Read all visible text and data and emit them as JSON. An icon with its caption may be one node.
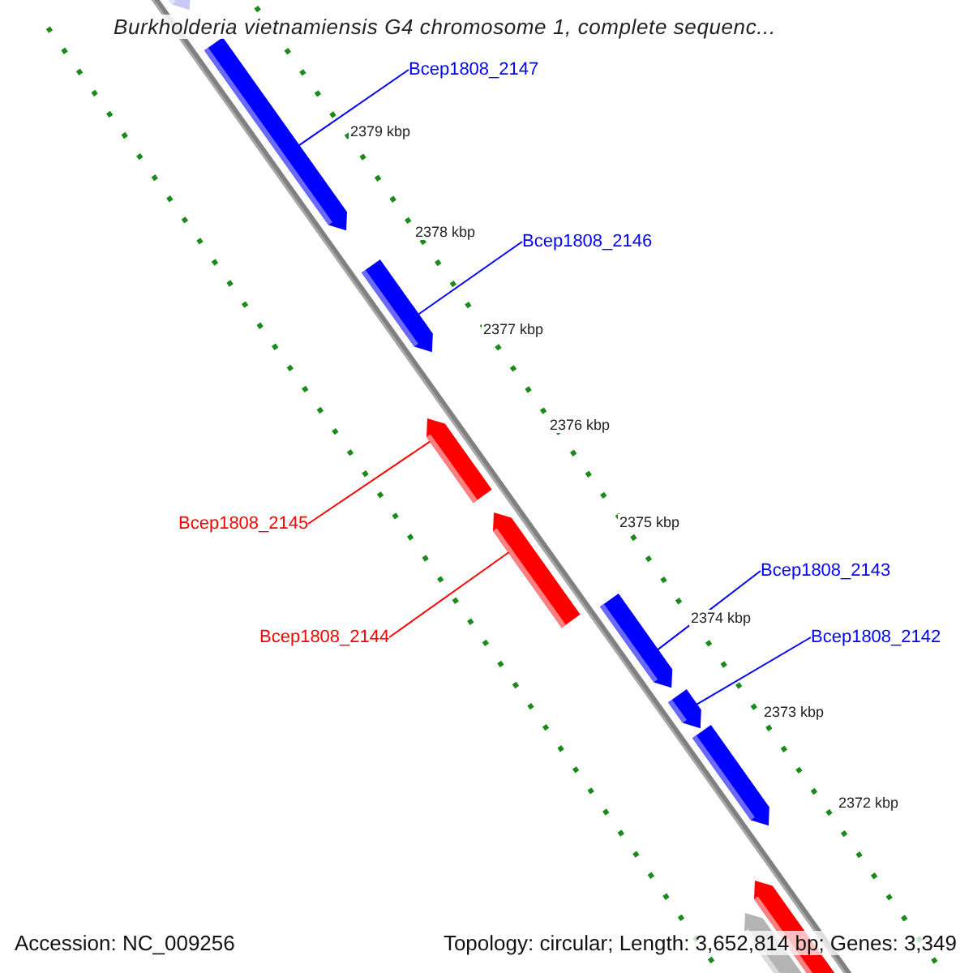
{
  "diagram": {
    "title": "Burkholderia vietnamiensis G4 chromosome 1, complete sequenc...",
    "nodes": [
      {
        "text": [
          "Bcep1808_2147"
        ]
      },
      {
        "text": [
          "Bcep1808_2146"
        ]
      },
      {
        "text": [
          "Bcep1808_2145"
        ]
      },
      {
        "text": [
          "Bcep1808_2144"
        ]
      },
      {
        "text": [
          "Bcep1808_2143"
        ]
      },
      {
        "text": [
          "Bcep1808_2142"
        ]
      },
      {
        "text": [],
        "shape": "bar"
      },
      {
        "text": [],
        "shape": "bar"
      },
      {
        "text": [],
        "shape": "bar"
      },
      {
        "text": [],
        "shape": "bar"
      },
      {
        "text": [],
        "shape": "bar"
      },
      {
        "text": [],
        "shape": "bar"
      },
      {
        "text": [],
        "shape": "bar"
      },
      {
        "text": [],
        "shape": "bar"
      },
      {
        "text": [],
        "shape": "bar"
      },
      {
        "text": [],
        "shape": "bar"
      }
    ],
    "edges": [
      {
        "from": 0,
        "to": 7,
        "arrow": "none"
      },
      {
        "from": 1,
        "to": 8,
        "arrow": "none"
      },
      {
        "from": 2,
        "to": 9,
        "arrow": "none",
        "color": "#ff0000"
      },
      {
        "from": 3,
        "to": 10,
        "arrow": "none",
        "color": "#ff0000"
      },
      {
        "from": 4,
        "to": 11,
        "arrow": "none"
      },
      {
        "from": 5,
        "to": 12,
        "arrow": "none"
      }
    ],
    "labels": [
      "2379 kbp",
      "2378 kbp",
      "2377 kbp",
      "2376 kbp",
      "2375 kbp",
      "2374 kbp",
      "2373 kbp",
      "2372 kbp",
      "Accession: NC_009256",
      "Topology: circular; Length: 3,652,814 bp; Genes: 3,349"
    ]
  }
}
